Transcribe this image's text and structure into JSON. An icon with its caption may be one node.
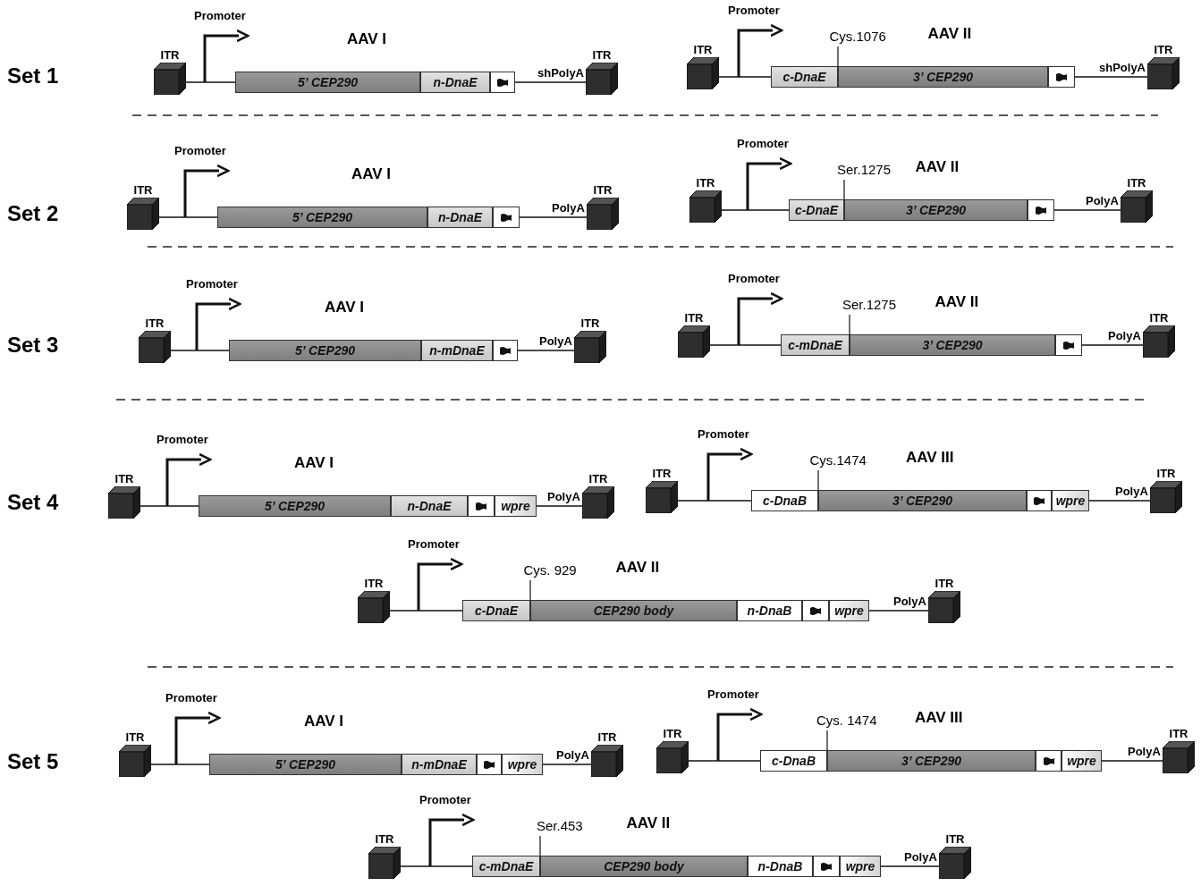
{
  "diagram": {
    "nodes": [
      {
        "text": [
          "ITR"
        ]
      },
      {
        "text": [
          "5’ CEP290"
        ]
      },
      {
        "text": [
          "n-DnaE"
        ]
      },
      {
        "text": [],
        "shape": "box"
      },
      {
        "text": [
          "ITR"
        ]
      },
      {
        "text": [
          "ITR"
        ]
      },
      {
        "text": [
          "c-DnaE"
        ],
        "beside": [
          "Cys.1076"
        ]
      },
      {
        "text": [
          "3’ CEP290"
        ]
      },
      {
        "text": [],
        "shape": "box"
      },
      {
        "text": [
          "ITR"
        ]
      },
      {
        "text": [
          "ITR"
        ]
      },
      {
        "text": [
          "5’ CEP290"
        ]
      },
      {
        "text": [
          "n-DnaE"
        ]
      },
      {
        "text": [],
        "shape": "box"
      },
      {
        "text": [
          "ITR"
        ]
      },
      {
        "text": [
          "ITR"
        ]
      },
      {
        "text": [
          "c-DnaE"
        ],
        "beside": [
          "Ser.1275"
        ]
      },
      {
        "text": [
          "3’ CEP290"
        ]
      },
      {
        "text": [],
        "shape": "box"
      },
      {
        "text": [
          "ITR"
        ]
      },
      {
        "text": [
          "ITR"
        ]
      },
      {
        "text": [
          "5’ CEP290"
        ]
      },
      {
        "text": [
          "n-mDnaE"
        ]
      },
      {
        "text": [],
        "shape": "box"
      },
      {
        "text": [
          "ITR"
        ]
      },
      {
        "text": [
          "ITR"
        ]
      },
      {
        "text": [
          "c-mDnaE"
        ],
        "beside": [
          "Ser.1275"
        ]
      },
      {
        "text": [
          "3’ CEP290"
        ]
      },
      {
        "text": [],
        "shape": "box"
      },
      {
        "text": [
          "ITR"
        ]
      },
      {
        "text": [
          "ITR"
        ]
      },
      {
        "text": [
          "5’ CEP290"
        ]
      },
      {
        "text": [
          "n-DnaE"
        ]
      },
      {
        "text": [],
        "shape": "box"
      },
      {
        "text": [
          "wpre"
        ]
      },
      {
        "text": [
          "ITR"
        ]
      },
      {
        "text": [
          "ITR"
        ]
      },
      {
        "text": [
          "c-DnaB"
        ],
        "beside": [
          "Cys.1474"
        ]
      },
      {
        "text": [
          "3’ CEP290"
        ]
      },
      {
        "text": [],
        "shape": "box"
      },
      {
        "text": [
          "wpre"
        ]
      },
      {
        "text": [
          "ITR"
        ]
      },
      {
        "text": [
          "ITR"
        ]
      },
      {
        "text": [
          "c-DnaE"
        ],
        "beside": [
          "Cys. 929"
        ]
      },
      {
        "text": [
          "CEP290 body"
        ]
      },
      {
        "text": [
          "n-DnaB"
        ]
      },
      {
        "text": [],
        "shape": "box"
      },
      {
        "text": [
          "wpre"
        ]
      },
      {
        "text": [
          "ITR"
        ]
      },
      {
        "text": [
          "ITR"
        ]
      },
      {
        "text": [
          "5’ CEP290"
        ]
      },
      {
        "text": [
          "n-mDnaE"
        ]
      },
      {
        "text": [],
        "shape": "box"
      },
      {
        "text": [
          "wpre"
        ]
      },
      {
        "text": [
          "ITR"
        ]
      },
      {
        "text": [
          "ITR"
        ]
      },
      {
        "text": [
          "c-DnaB"
        ],
        "beside": [
          "Cys. 1474"
        ]
      },
      {
        "text": [
          "3’ CEP290"
        ]
      },
      {
        "text": [],
        "shape": "box"
      },
      {
        "text": [
          "wpre"
        ]
      },
      {
        "text": [
          "ITR"
        ]
      },
      {
        "text": [
          "ITR"
        ]
      },
      {
        "text": [
          "c-mDnaE"
        ],
        "beside": [
          "Ser.453"
        ]
      },
      {
        "text": [
          "CEP290 body"
        ]
      },
      {
        "text": [
          "n-DnaB"
        ]
      },
      {
        "text": [],
        "shape": "box"
      },
      {
        "text": [
          "wpre"
        ]
      },
      {
        "text": [
          "ITR"
        ]
      }
    ],
    "edges": [
      {
        "from": 0,
        "to": 1,
        "arrow": "none"
      },
      {
        "from": 3,
        "to": 4,
        "arrow": "none",
        "label": "shPolyA"
      },
      {
        "from": 5,
        "to": 6,
        "arrow": "none"
      },
      {
        "from": 8,
        "to": 9,
        "arrow": "none",
        "label": "shPolyA"
      },
      {
        "from": 10,
        "to": 11,
        "arrow": "none"
      },
      {
        "from": 13,
        "to": 14,
        "arrow": "none",
        "label": "PolyA"
      },
      {
        "from": 15,
        "to": 16,
        "arrow": "none"
      },
      {
        "from": 18,
        "to": 19,
        "arrow": "none",
        "label": "PolyA"
      },
      {
        "from": 20,
        "to": 21,
        "arrow": "none"
      },
      {
        "from": 23,
        "to": 24,
        "arrow": "none",
        "label": "PolyA"
      },
      {
        "from": 25,
        "to": 26,
        "arrow": "none"
      },
      {
        "from": 28,
        "to": 29,
        "arrow": "none",
        "label": "PolyA"
      },
      {
        "from": 30,
        "to": 31,
        "arrow": "none"
      },
      {
        "from": 34,
        "to": 35,
        "arrow": "none",
        "label": "PolyA"
      },
      {
        "from": 36,
        "to": 37,
        "arrow": "none"
      },
      {
        "from": 40,
        "to": 41,
        "arrow": "none",
        "label": "PolyA"
      },
      {
        "from": 42,
        "to": 43,
        "arrow": "none"
      },
      {
        "from": 47,
        "to": 48,
        "arrow": "none",
        "label": "PolyA"
      },
      {
        "from": 49,
        "to": 50,
        "arrow": "none"
      },
      {
        "from": 53,
        "to": 54,
        "arrow": "none",
        "label": "PolyA"
      },
      {
        "from": 55,
        "to": 56,
        "arrow": "none"
      },
      {
        "from": 59,
        "to": 60,
        "arrow": "none",
        "label": "PolyA"
      },
      {
        "from": 61,
        "to": 62,
        "arrow": "none"
      },
      {
        "from": 66,
        "to": 67,
        "arrow": "none",
        "label": "PolyA"
      }
    ],
    "labels": [
      "Set 1",
      "Promoter",
      "AAV I",
      "Promoter",
      "AAV II",
      "Set 2",
      "Promoter",
      "AAV I",
      "Promoter",
      "AAV II",
      "Set 3",
      "Promoter",
      "AAV I",
      "Promoter",
      "AAV II",
      "Set 4",
      "Promoter",
      "AAV I",
      "Promoter",
      "AAV III",
      "Promoter",
      "AAV II",
      "Set 5",
      "Promoter",
      "AAV I",
      "Promoter",
      "AAV III",
      "Promoter",
      "AAV II"
    ]
  }
}
